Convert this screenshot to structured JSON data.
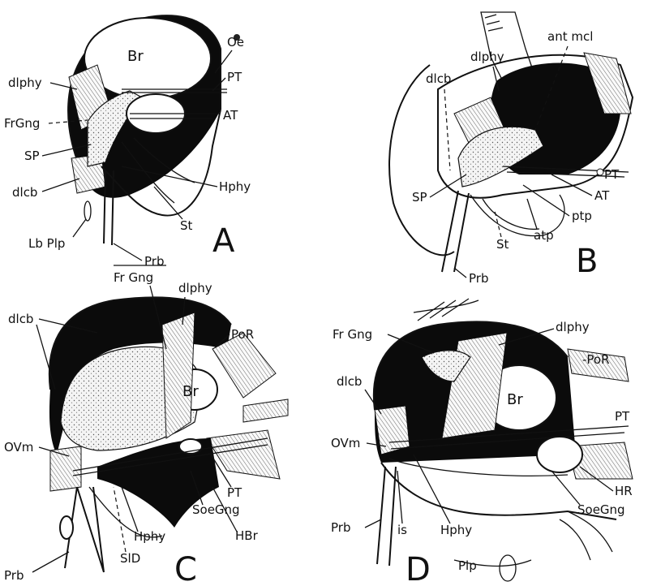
{
  "panels": {
    "A": {
      "letter": "A",
      "labels": {
        "br": "Br",
        "oe": "Oe",
        "pt": "PT",
        "at": "AT",
        "dlphy": "dlphy",
        "frgng": "FrGng",
        "sp": "SP",
        "dlcb": "dlcb",
        "hphy": "Hphy",
        "st": "St",
        "lbplp": "Lb Plp",
        "prb": "Prb"
      }
    },
    "B": {
      "letter": "B",
      "labels": {
        "antmcl": "ant mcl",
        "dlphy": "dlphy",
        "dlcb": "dlcb",
        "pt": "PT",
        "at": "AT",
        "sp": "SP",
        "ptp": "ptp",
        "atp": "atp",
        "st": "St",
        "prb": "Prb"
      }
    },
    "C": {
      "letter": "C",
      "labels": {
        "frgng": "Fr Gng",
        "dlphy": "dlphy",
        "dlcb": "dlcb",
        "por": "PoR",
        "br": "Br",
        "ovm": "OVm",
        "pt": "PT",
        "soegng": "SoeGng",
        "hphy": "Hphy",
        "hbr": "HBr",
        "sld": "SlD",
        "prb": "Prb"
      }
    },
    "D": {
      "letter": "D",
      "labels": {
        "frgng": "Fr Gng",
        "dlphy": "dlphy",
        "por": "-PoR",
        "dlcb": "dlcb",
        "br": "Br",
        "pt": "PT",
        "ovm": "OVm",
        "hr": "HR",
        "soegng": "SoeGng",
        "prb": "Prb",
        "is": "is",
        "hphy": "Hphy",
        "plp": "Plp"
      }
    }
  }
}
